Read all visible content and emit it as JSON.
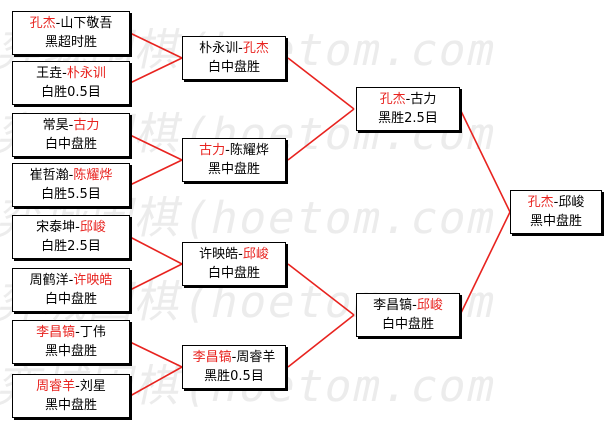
{
  "watermark": {
    "rows": [
      "弈城围棋(hoetom.com",
      "弈城围棋(hoetom.com",
      "弈城围棋(hoetom.com",
      "弈城围棋(hoetom.com",
      "弈城围棋(hoetom.com"
    ]
  },
  "colors": {
    "winner": "#e8231f",
    "line": "#e8231f",
    "border": "#000000"
  },
  "bracket": {
    "round1": [
      {
        "a": "孔杰",
        "sep": "-",
        "b": "山下敬吾",
        "winner": "a",
        "result": "黑超时胜"
      },
      {
        "a": "王垚",
        "sep": "-",
        "b": "朴永训",
        "winner": "b",
        "result": "白胜0.5目"
      },
      {
        "a": "常昊",
        "sep": "-",
        "b": "古力",
        "winner": "b",
        "result": "白中盘胜"
      },
      {
        "a": "崔哲瀚",
        "sep": "-",
        "b": "陈耀烨",
        "winner": "b",
        "result": "白胜5.5目"
      },
      {
        "a": "宋泰坤",
        "sep": "-",
        "b": "邱峻",
        "winner": "b",
        "result": "白胜2.5目"
      },
      {
        "a": "周鹤洋",
        "sep": "-",
        "b": "许映皓",
        "winner": "b",
        "result": "白中盘胜"
      },
      {
        "a": "李昌镐",
        "sep": "-",
        "b": "丁伟",
        "winner": "a",
        "result": "黑中盘胜"
      },
      {
        "a": "周睿羊",
        "sep": "-",
        "b": "刘星",
        "winner": "a",
        "result": "黑中盘胜"
      }
    ],
    "round2": [
      {
        "a": "朴永训",
        "sep": "-",
        "b": "孔杰",
        "winner": "b",
        "result": "白中盘胜"
      },
      {
        "a": "古力",
        "sep": "-",
        "b": "陈耀烨",
        "winner": "a",
        "result": "黑中盘胜"
      },
      {
        "a": "许映皓",
        "sep": "-",
        "b": "邱峻",
        "winner": "b",
        "result": "白中盘胜"
      },
      {
        "a": "李昌镐",
        "sep": "-",
        "b": "周睿羊",
        "winner": "a",
        "result": "黑胜0.5目"
      }
    ],
    "round3": [
      {
        "a": "孔杰",
        "sep": "-",
        "b": "古力",
        "winner": "a",
        "result": "黑胜2.5目"
      },
      {
        "a": "李昌镐",
        "sep": "-",
        "b": "邱峻",
        "winner": "b",
        "result": "白中盘胜"
      }
    ],
    "final": [
      {
        "a": "孔杰",
        "sep": "-",
        "b": "邱峻",
        "winner": "a",
        "result": "黑中盘胜"
      }
    ]
  }
}
